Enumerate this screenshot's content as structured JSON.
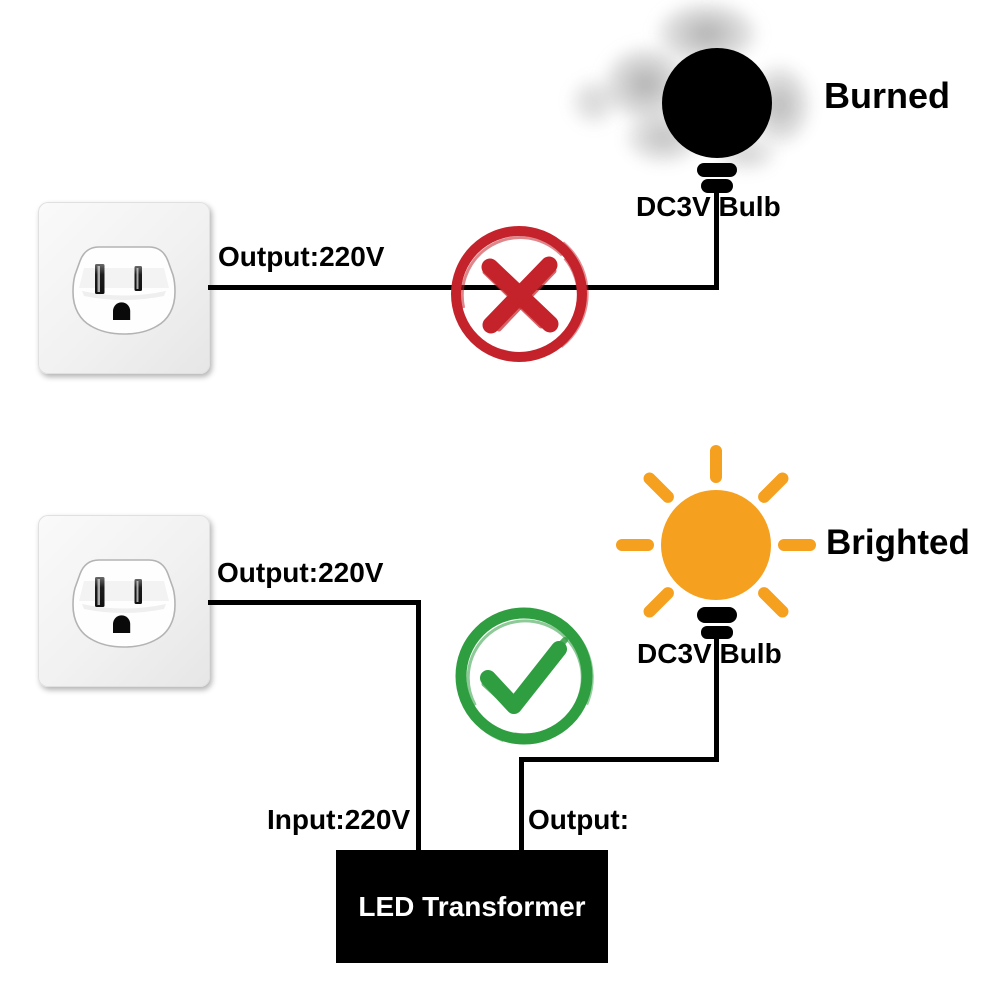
{
  "diagram": {
    "wrong_path": {
      "outlet_icon": "wall-outlet",
      "output_label": "Output:220V",
      "status_icon": "cross",
      "bulb_label": "DC3V Bulb",
      "result_label": "Burned"
    },
    "right_path": {
      "outlet_icon": "wall-outlet",
      "output_label": "Output:220V",
      "input_label": "Input:220V",
      "transformer_label": "LED Transformer",
      "transformer_output_label": "Output:",
      "status_icon": "check",
      "bulb_label": "DC3V Bulb",
      "result_label": "Brighted"
    },
    "colors": {
      "cross": "#c4232b",
      "check": "#2f9e41",
      "bulb_lit": "#f5a01f",
      "bulb_burned": "#000000",
      "wire": "#000000",
      "transformer_bg": "#000000",
      "transformer_text": "#ffffff"
    }
  }
}
